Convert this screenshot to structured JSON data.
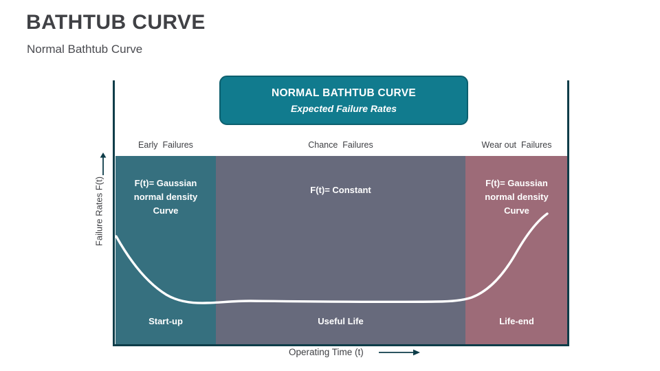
{
  "header": {
    "title": "BATHTUB CURVE",
    "subtitle": "Normal Bathtub Curve"
  },
  "banner": {
    "title": "NORMAL BATHTUB CURVE",
    "subtitle": "Expected Failure Rates"
  },
  "axes": {
    "y_label": "Failure Rates F(t)",
    "x_label": "Operating Time (t)",
    "y_arrow_icon": "arrow-up-icon",
    "x_arrow_icon": "arrow-right-icon",
    "axis_color": "#0e3d49"
  },
  "zones": [
    {
      "header": "Early  Failures",
      "formula": "F(t)= Gaussian\nnormal density\nCurve",
      "footer": "Start-up",
      "color": "#36707f"
    },
    {
      "header": "Chance  Failures",
      "formula": "F(t)= Constant",
      "footer": "Useful Life",
      "color": "#676a7c"
    },
    {
      "header": "Wear out  Failures",
      "formula": "F(t)= Gaussian\nnormal density\nCurve",
      "footer": "Life-end",
      "color": "#9d6b78"
    }
  ],
  "chart_data": {
    "type": "line",
    "title": "NORMAL BATHTUB CURVE",
    "subtitle": "Expected Failure Rates",
    "xlabel": "Operating Time (t)",
    "ylabel": "Failure Rates F(t)",
    "grid": false,
    "legend": "none",
    "xlim": [
      0,
      100
    ],
    "ylim": [
      0,
      100
    ],
    "curve_color": "#ffffff",
    "series": [
      {
        "name": "Failure Rate",
        "x": [
          0,
          4,
          9,
          14,
          20,
          26,
          32,
          40,
          50,
          60,
          68,
          74,
          79,
          84,
          88,
          92,
          96,
          99
        ],
        "y": [
          41,
          33,
          26,
          21,
          17,
          14,
          12,
          11,
          10,
          10,
          10,
          11,
          13,
          17,
          24,
          34,
          46,
          50
        ]
      }
    ],
    "regions": [
      {
        "label": "Early  Failures",
        "sublabel": "Start-up",
        "x_range": [
          0,
          22
        ],
        "color": "#36707f"
      },
      {
        "label": "Chance  Failures",
        "sublabel": "Useful Life",
        "x_range": [
          22,
          77
        ],
        "color": "#676a7c"
      },
      {
        "label": "Wear out  Failures",
        "sublabel": "Life-end",
        "x_range": [
          77,
          100
        ],
        "color": "#9d6b78"
      }
    ]
  }
}
